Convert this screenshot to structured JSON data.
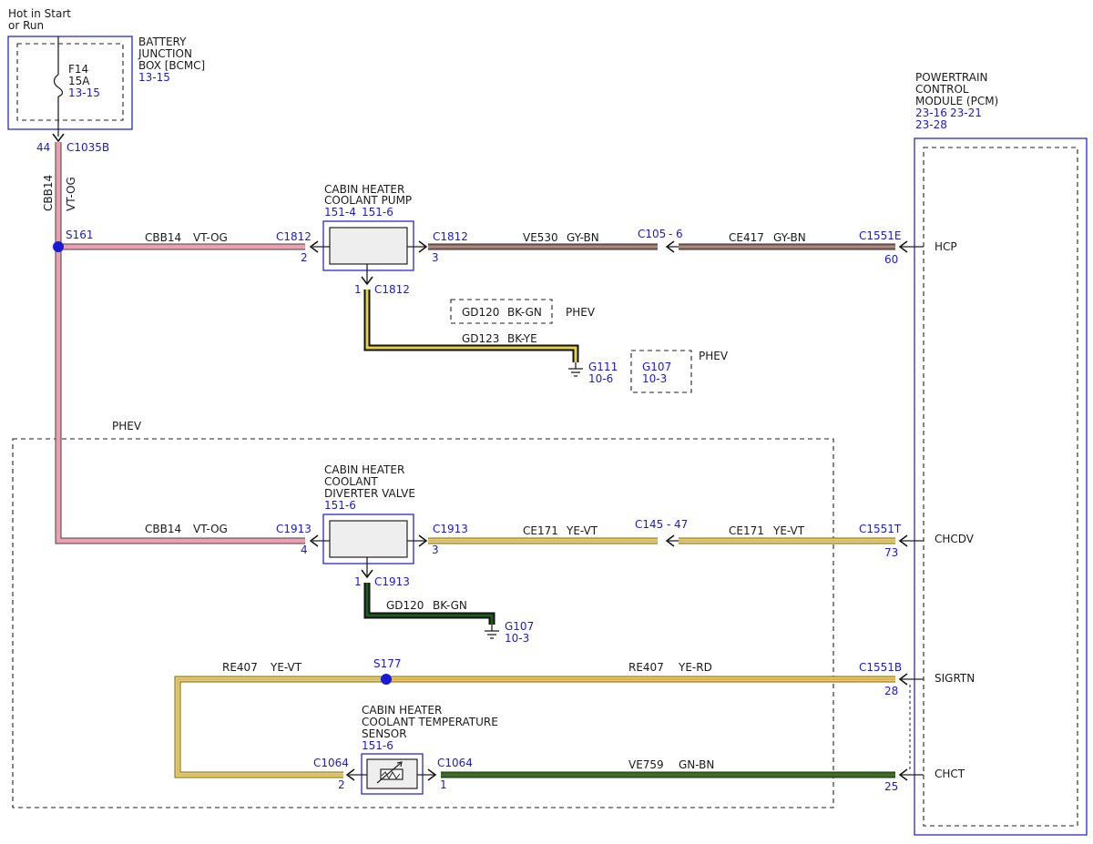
{
  "colors": {
    "link": "#1a1ad6",
    "vt_og": "#ec9fb0",
    "gy_bn": "#8f6c66",
    "bk_ye": "#e6d24a",
    "bk_gn": "#1e5a1e",
    "ye": "#ecd24e",
    "gn_bn": "#2d6a1e"
  },
  "battery_box": {
    "supply_line1": "Hot in Start",
    "supply_line2": "or Run",
    "name1": "BATTERY",
    "name2": "JUNCTION",
    "name3": "BOX [BCMC]",
    "page": "13-15",
    "fuse_name": "F14",
    "fuse_rating": "15A",
    "fuse_page": "13-15",
    "pin": "44",
    "connector": "C1035B"
  },
  "feed_wire": {
    "circuit": "CBB14",
    "color": "VT-OG"
  },
  "splice_s161": "S161",
  "pump": {
    "name1": "CABIN HEATER",
    "name2": "COOLANT PUMP",
    "page1": "151-4",
    "page2": "151-6",
    "left_conn": "C1812",
    "left_pin": "2",
    "right_conn": "C1812",
    "right_pin": "3",
    "bottom_conn": "C1812",
    "bottom_pin": "1",
    "in_circuit": "CBB14",
    "in_color": "VT-OG",
    "out_circuit": "VE530",
    "out_color": "GY-BN",
    "inline_conn": "C105",
    "inline_pin": "6",
    "pcm_circuit": "CE417",
    "pcm_color": "GY-BN"
  },
  "pump_ground": {
    "alt_circuit": "GD120",
    "alt_color": "BK-GN",
    "alt_tag": "PHEV",
    "circuit": "GD123",
    "color": "BK-YE",
    "ground": "G111",
    "ground_page": "10-6",
    "alt_ground": "G107",
    "alt_ground_page": "10-3",
    "alt_ground_tag": "PHEV"
  },
  "phev_region": "PHEV",
  "valve": {
    "name1": "CABIN HEATER",
    "name2": "COOLANT",
    "name3": "DIVERTER VALVE",
    "page": "151-6",
    "left_conn": "C1913",
    "left_pin": "4",
    "right_conn": "C1913",
    "right_pin": "3",
    "bottom_conn": "C1913",
    "bottom_pin": "1",
    "in_circuit": "CBB14",
    "in_color": "VT-OG",
    "out_circuit": "CE171",
    "out_color": "YE-VT",
    "inline_conn": "C145",
    "inline_pin": "47",
    "pcm_circuit": "CE171",
    "pcm_color": "YE-VT",
    "gnd_circuit": "GD120",
    "gnd_color": "BK-GN",
    "ground": "G107",
    "ground_page": "10-3"
  },
  "sensor": {
    "name1": "CABIN HEATER",
    "name2": "COOLANT TEMPERATURE",
    "name3": "SENSOR",
    "page": "151-6",
    "left_conn": "C1064",
    "left_pin": "2",
    "right_conn": "C1064",
    "right_pin": "1",
    "ret_circuit_left": "RE407",
    "ret_color_left": "YE-VT",
    "splice": "S177",
    "ret_circuit_right": "RE407",
    "ret_color_right": "YE-RD",
    "sig_circuit": "VE759",
    "sig_color": "GN-BN"
  },
  "pcm": {
    "name1": "POWERTRAIN",
    "name2": "CONTROL",
    "name3": "MODULE (PCM)",
    "page1": "23-16",
    "page2": "23-21",
    "page3": "23-28",
    "pins": [
      {
        "conn": "C1551E",
        "pin": "60",
        "signal": "HCP"
      },
      {
        "conn": "C1551T",
        "pin": "73",
        "signal": "CHCDV"
      },
      {
        "conn": "C1551B",
        "pin": "28",
        "signal": "SIGRTN"
      },
      {
        "conn": "",
        "pin": "25",
        "signal": "CHCT"
      }
    ]
  }
}
